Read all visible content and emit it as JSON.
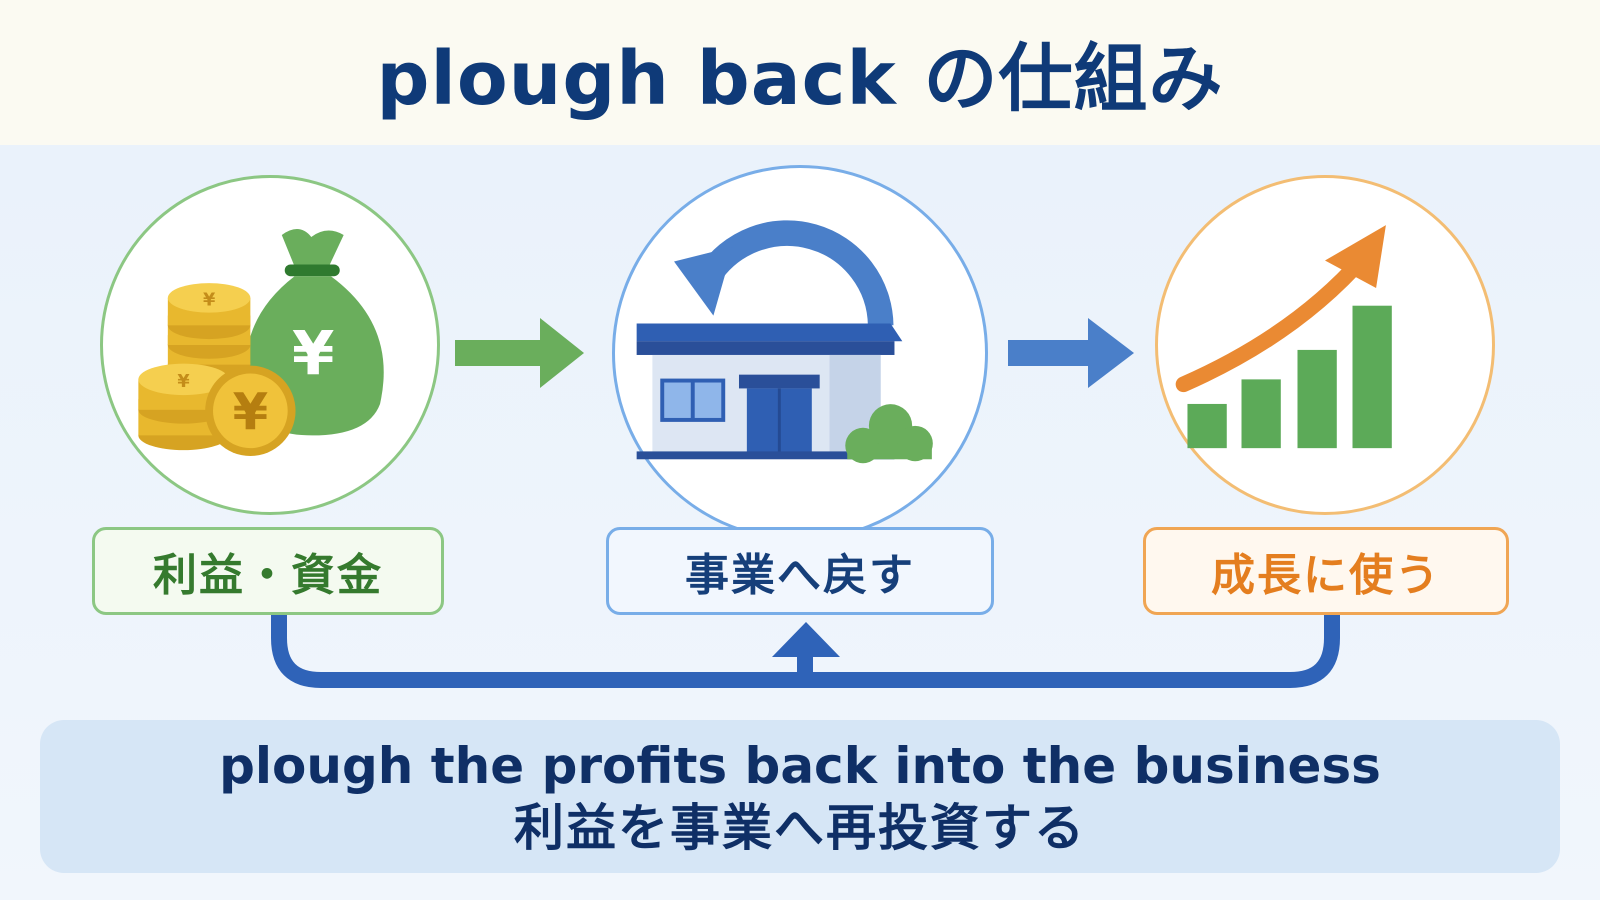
{
  "title": "plough back の仕組み",
  "steps": [
    {
      "label": "利益・資金",
      "icon": "yen-money-bag-coins-icon",
      "color": "#357a2e"
    },
    {
      "label": "事業へ戻す",
      "icon": "store-cycle-arrow-icon",
      "color": "#163f7a"
    },
    {
      "label": "成長に使う",
      "icon": "growth-bar-chart-icon",
      "color": "#e47e1f"
    }
  ],
  "bottom": {
    "phrase_en": "plough the profits back into the business",
    "phrase_ja": "利益を事業へ再投資する"
  },
  "colors": {
    "title": "#0f3a78",
    "green": "#6aae5c",
    "blue": "#4a7fc9",
    "orange": "#ea8a33",
    "coin": "#e8b82e"
  }
}
